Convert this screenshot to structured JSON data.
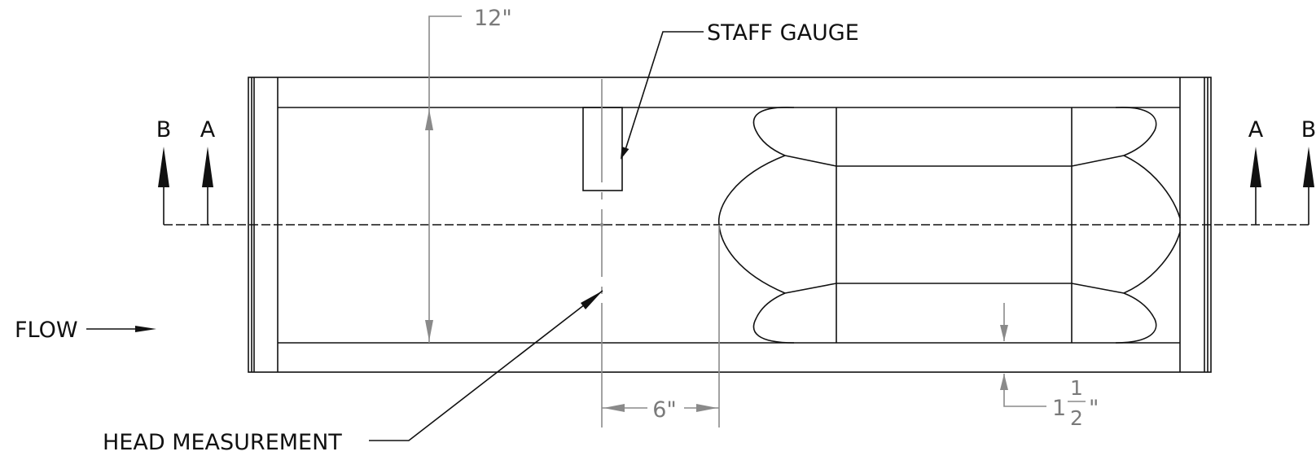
{
  "labels": {
    "staff_gauge": "STAFF GAUGE",
    "head_measurement": "HEAD MEASUREMENT",
    "flow": "FLOW",
    "section_a": "A",
    "section_b": "B"
  },
  "dimensions": {
    "width": "12\"",
    "offset": "6\"",
    "wall_whole": "1",
    "wall_num": "1",
    "wall_den": "2",
    "wall_unit": "\""
  },
  "colors": {
    "line": "#111111",
    "dimension": "#8a8a8a"
  }
}
